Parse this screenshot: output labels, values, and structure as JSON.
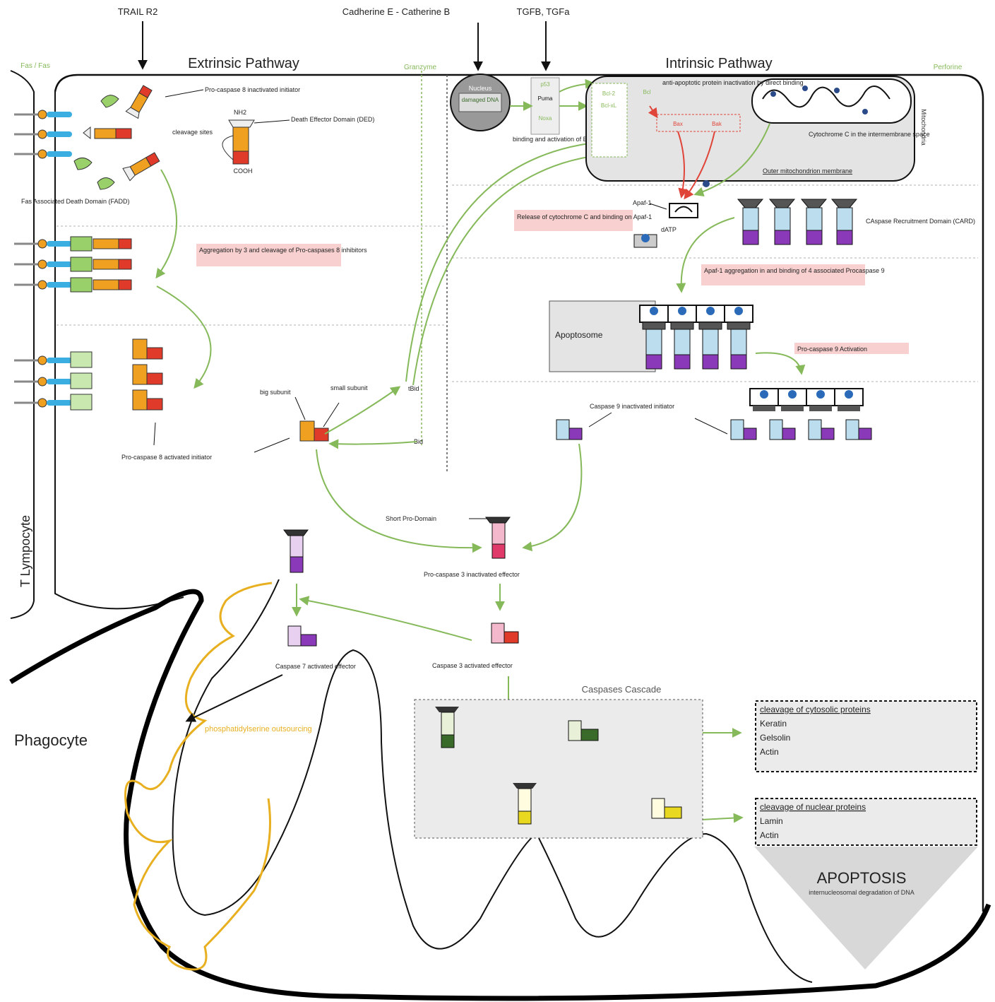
{
  "signals": {
    "trail": "TRAIL R2",
    "cadherine": "Cadherine E - Catherine B",
    "tgf": "TGFB, TGFa"
  },
  "headings": {
    "extrinsic": "Extrinsic Pathway",
    "intrinsic": "Intrinsic Pathway",
    "t_lymphocyte": "T Lympocyte",
    "phagocyte": "Phagocyte",
    "apoptosis": "APOPTOSIS",
    "apoptosis_sub": "internucleosomal degradation of DNA"
  },
  "extrinsic": {
    "fas_label": "Fas / Fas",
    "pro8_inactivated": "Pro-caspase 8 inactivated initiator",
    "ded": "Death Effector Domain (DED)",
    "nh2": "NH2",
    "cooh": "COOH",
    "cleavage": "cleavage sites",
    "fadd": "Fas Associated Death Domain (FADD)",
    "aggregation": "Aggregation by 3 and cleavage of Pro-caspases 8 inhibitors",
    "pro8_activated": "Pro-caspase 8 activated initiator",
    "big_subunit": "big subunit",
    "small_subunit": "small subunit",
    "granzyme": "Granzyme",
    "bid": "Bid",
    "tbid": "tBid"
  },
  "intrinsic": {
    "nucleus": "Nucleus",
    "damaged_dna": "damaged DNA",
    "p53": "p53",
    "puma": "Puma",
    "noxa": "Noxa",
    "binding": "binding and activation of Bax/Bak",
    "bcl2": "Bcl-2",
    "bclxl": "Bcl-xL",
    "bax": "Bax",
    "bak": "Bak",
    "bcl": "Bcl",
    "antiapoptotic": "anti-apoptotic protein inactivation by direct binding",
    "perforine": "Perforine",
    "mitochondria": "Mitochondria",
    "cytochrome": "Cytochrome C in the intermembrane space",
    "outer_membrane": "Outer mitochondrion membrane",
    "release": "Release of cytochrome C and binding on Apaf-1",
    "apaf1": "Apaf-1",
    "datp": "dATP",
    "card": "CAspase Recruitment Domain (CARD)",
    "apaf_agg": "Apaf-1 aggregation in and binding of 4 associated Procaspase 9",
    "apoptosome": "Apoptosome",
    "pro9_activation": "Pro-caspase 9 Activation",
    "caspase9": "Caspase 9 inactivated initiator"
  },
  "effector": {
    "short_pro": "Short Pro-Domain",
    "pro3": "Pro-caspase 3 inactivated effector",
    "casp3": "Caspase 3 activated effector",
    "casp7": "Caspase 7 activated effector",
    "phosphatidyl": "phosphatidylserine outsourcing",
    "cascade": "Caspases Cascade"
  },
  "results": {
    "cytosolic_title": "cleavage of cytosolic proteins",
    "cytosolic": [
      "Keratin",
      "Gelsolin",
      "Actin"
    ],
    "nuclear_title": "cleavage of nuclear proteins",
    "nuclear": [
      "Lamin",
      "Actin"
    ]
  },
  "colors": {
    "arrow": "#86b95a",
    "red_arrow": "#e0453a",
    "orange": "#f0a020",
    "red": "#e03a2a",
    "cyan": "#3aaee0",
    "purple": "#8a3ab8",
    "pink": "#e87aa0",
    "dark_green": "#3a6a2a",
    "yellow": "#e8d820",
    "phago_line": "#e8b020"
  }
}
